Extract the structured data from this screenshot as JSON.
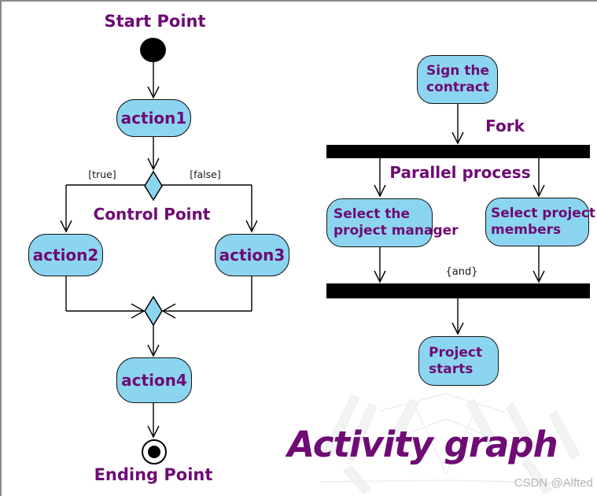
{
  "colors": {
    "purple": "#6E0B74",
    "node_fill": "#8CD5F0",
    "bar_black": "#000000",
    "watermark_gray": "#b5b5b5"
  },
  "left_flow": {
    "start_label": "Start Point",
    "action1": "action1",
    "true_guard": "[true]",
    "false_guard": "[false]",
    "control_point_label": "Control Point",
    "action2": "action2",
    "action3": "action3",
    "action4": "action4",
    "ending_label": "Ending Point"
  },
  "right_flow": {
    "sign_contract": "Sign the\ncontract",
    "fork_label": "Fork",
    "parallel_label": "Parallel process",
    "select_manager": "Select the\nproject manager",
    "select_members": "Select project\nmembers",
    "and_guard": "{and}",
    "project_starts": "Project\nstarts"
  },
  "title": "Activity graph",
  "watermark": "CSDN @Alfted"
}
